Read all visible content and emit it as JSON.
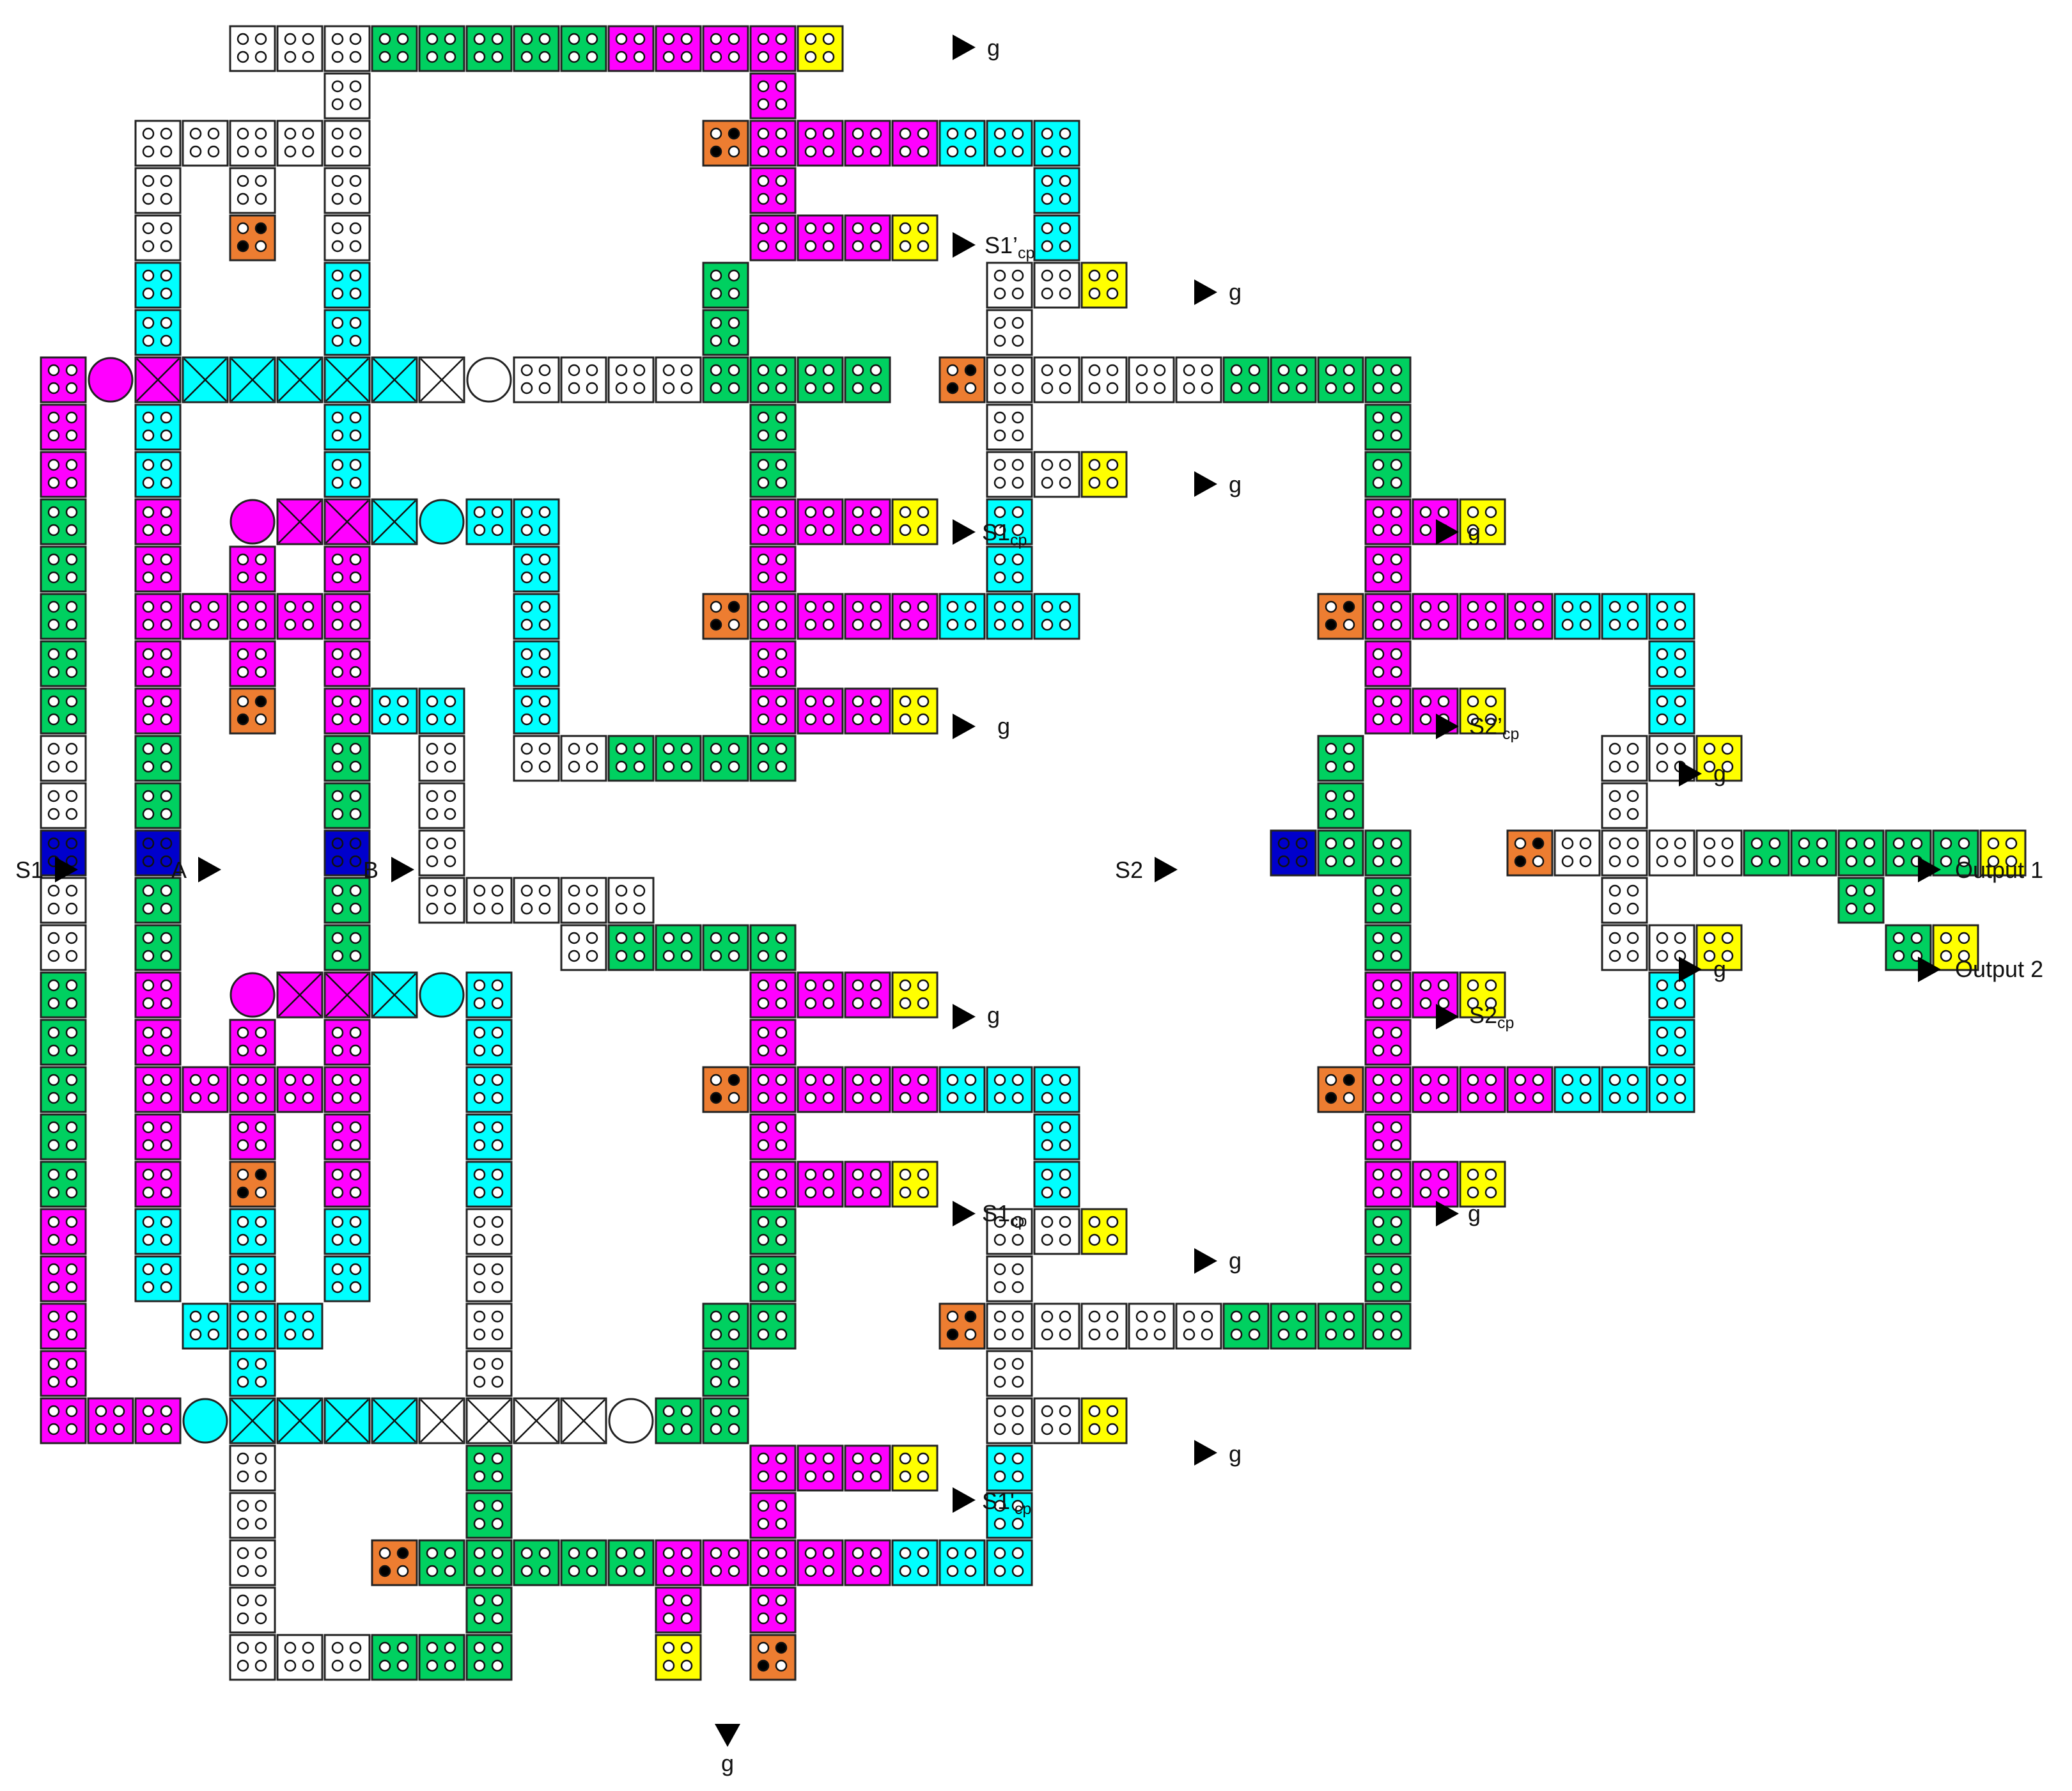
{
  "colors": {
    "white": "#ffffff",
    "green": "#00d060",
    "magenta": "#ff00ff",
    "cyan": "#00ffff",
    "yellow": "#ffff00",
    "orange": "#ed7d31",
    "blue": "#0000cc",
    "outline": "#222222",
    "arrow": "#000000"
  },
  "labels": {
    "g": "g",
    "S1": "S1",
    "S2": "S2",
    "A": "A",
    "B": "B",
    "S1cp_main": "S1",
    "S1cp_sub": "cp",
    "S1pcp_main": "S1’",
    "S1pcp_sub": "cp",
    "S1pcp_alt_main": "S1'",
    "S2cp_main": "S2",
    "S2cp_sub": "cp",
    "S2pcp_main": "S2’",
    "S2pcp_sub": "cp",
    "output1": "Output 1",
    "output2": "Output 2"
  },
  "icons": {
    "block": "four-stud-block",
    "seed_block": "orange-seed-block-black-white-studs",
    "crossing": "x-crossing-block",
    "circle": "circle-block",
    "arrow": "black-triangle-arrow"
  }
}
